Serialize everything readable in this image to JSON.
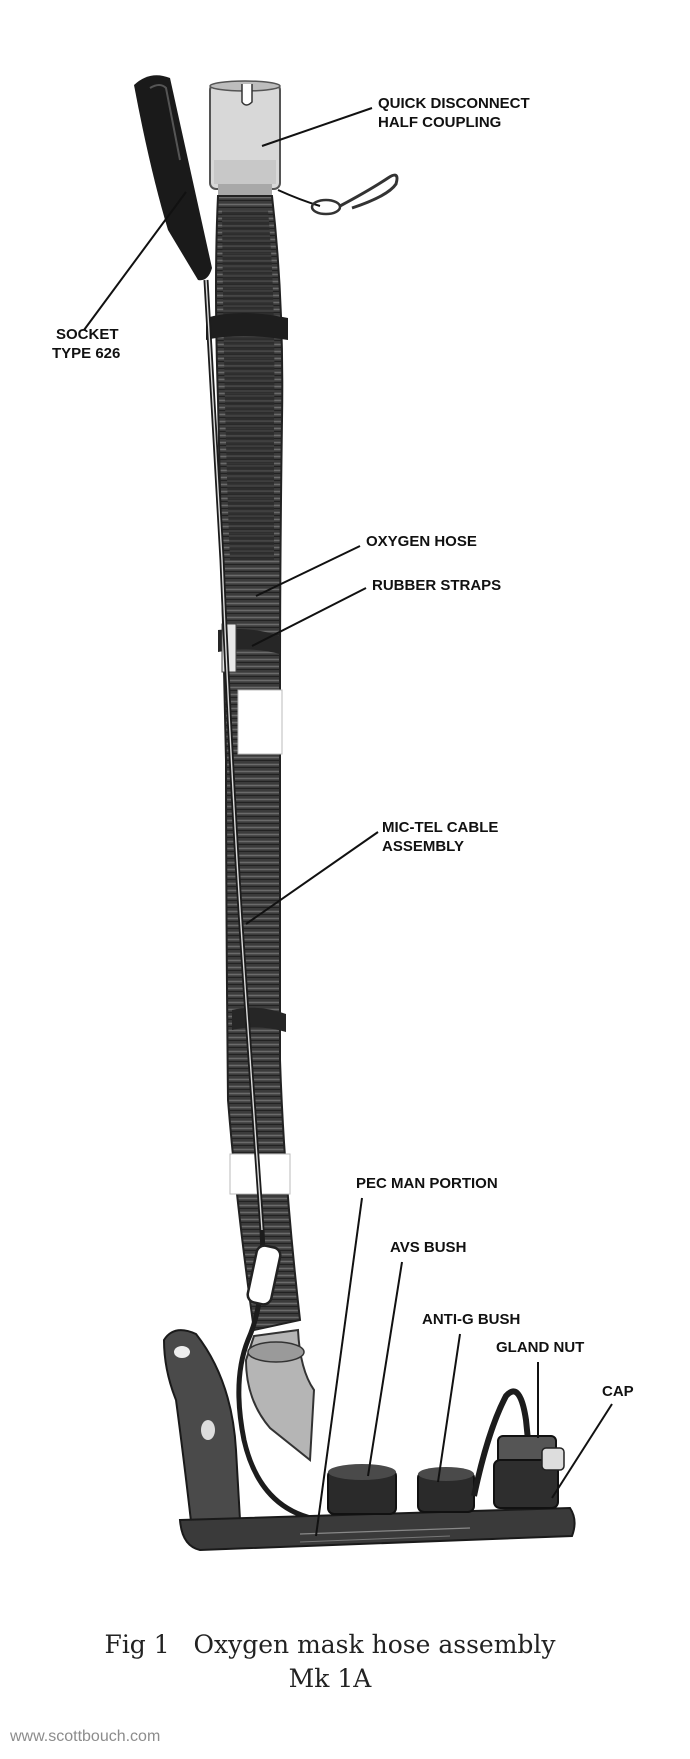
{
  "labels": {
    "quick_disconnect": [
      "QUICK DISCONNECT",
      "HALF COUPLING"
    ],
    "socket": [
      "SOCKET",
      "TYPE 626"
    ],
    "oxygen_hose": [
      "OXYGEN HOSE"
    ],
    "rubber_straps": [
      "RUBBER STRAPS"
    ],
    "mic_tel": [
      "MIC-TEL CABLE",
      "ASSEMBLY"
    ],
    "pec_man": [
      "PEC MAN PORTION"
    ],
    "avs_bush": [
      "AVS BUSH"
    ],
    "anti_g_bush": [
      "ANTI-G BUSH"
    ],
    "gland_nut": [
      "GLAND NUT"
    ],
    "cap": [
      "CAP"
    ]
  },
  "caption": {
    "line1": "Fig 1   Oxygen mask hose assembly",
    "line2": "Mk 1A"
  },
  "watermark": "www.scottbouch.com"
}
